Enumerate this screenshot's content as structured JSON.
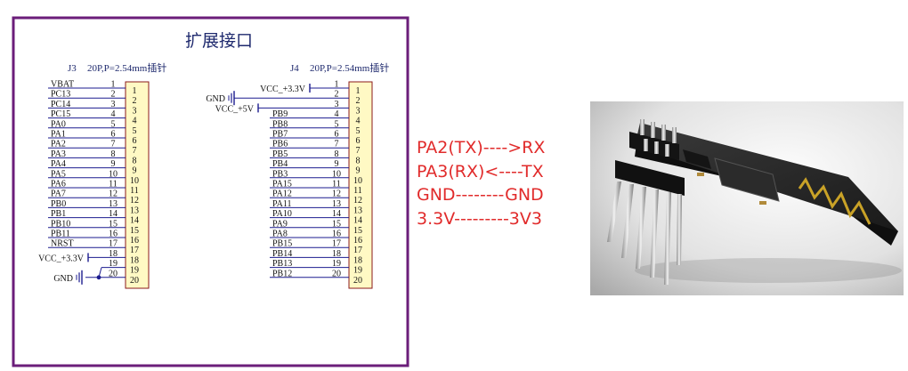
{
  "schematic": {
    "title": "扩展接口",
    "connectors": [
      {
        "ref": "J3",
        "spec": "20P,P=2.54mm插针",
        "nets": [
          "VBAT",
          "PC13",
          "PC14",
          "PC15",
          "PA0",
          "PA1",
          "PA2",
          "PA3",
          "PA4",
          "PA5",
          "PA6",
          "PA7",
          "PB0",
          "PB1",
          "PB10",
          "PB11",
          "NRST",
          "VCC_+3.3V",
          "",
          "GND"
        ],
        "pin_numbers": [
          "1",
          "2",
          "3",
          "4",
          "5",
          "6",
          "7",
          "8",
          "9",
          "10",
          "11",
          "12",
          "13",
          "14",
          "15",
          "16",
          "17",
          "18",
          "19",
          "20"
        ]
      },
      {
        "ref": "J4",
        "spec": "20P,P=2.54mm插针",
        "nets": [
          "VCC_+3.3V",
          "GND",
          "VCC_+5V",
          "PB9",
          "PB8",
          "PB7",
          "PB6",
          "PB5",
          "PB4",
          "PB3",
          "PA15",
          "PA12",
          "PA11",
          "PA10",
          "PA9",
          "PA8",
          "PB15",
          "PB14",
          "PB13",
          "PB12"
        ],
        "pin_numbers": [
          "1",
          "2",
          "3",
          "4",
          "5",
          "6",
          "7",
          "8",
          "9",
          "10",
          "11",
          "12",
          "13",
          "14",
          "15",
          "16",
          "17",
          "18",
          "19",
          "20"
        ]
      }
    ],
    "colors": {
      "frame": "#6b1e7a",
      "wire": "#1b1b8f",
      "net_text": "#8b1a1a",
      "body_fill": "#fff9c4",
      "body_stroke": "#8b1a1a",
      "title": "#1f2a6e"
    }
  },
  "notes": [
    "PA2(TX)---->RX",
    "PA3(RX)<----TX",
    "GND--------GND",
    "3.3V---------3V3"
  ],
  "note_color": "#e12b2b",
  "photo": {
    "subject": "esp-01-wifi-module"
  }
}
